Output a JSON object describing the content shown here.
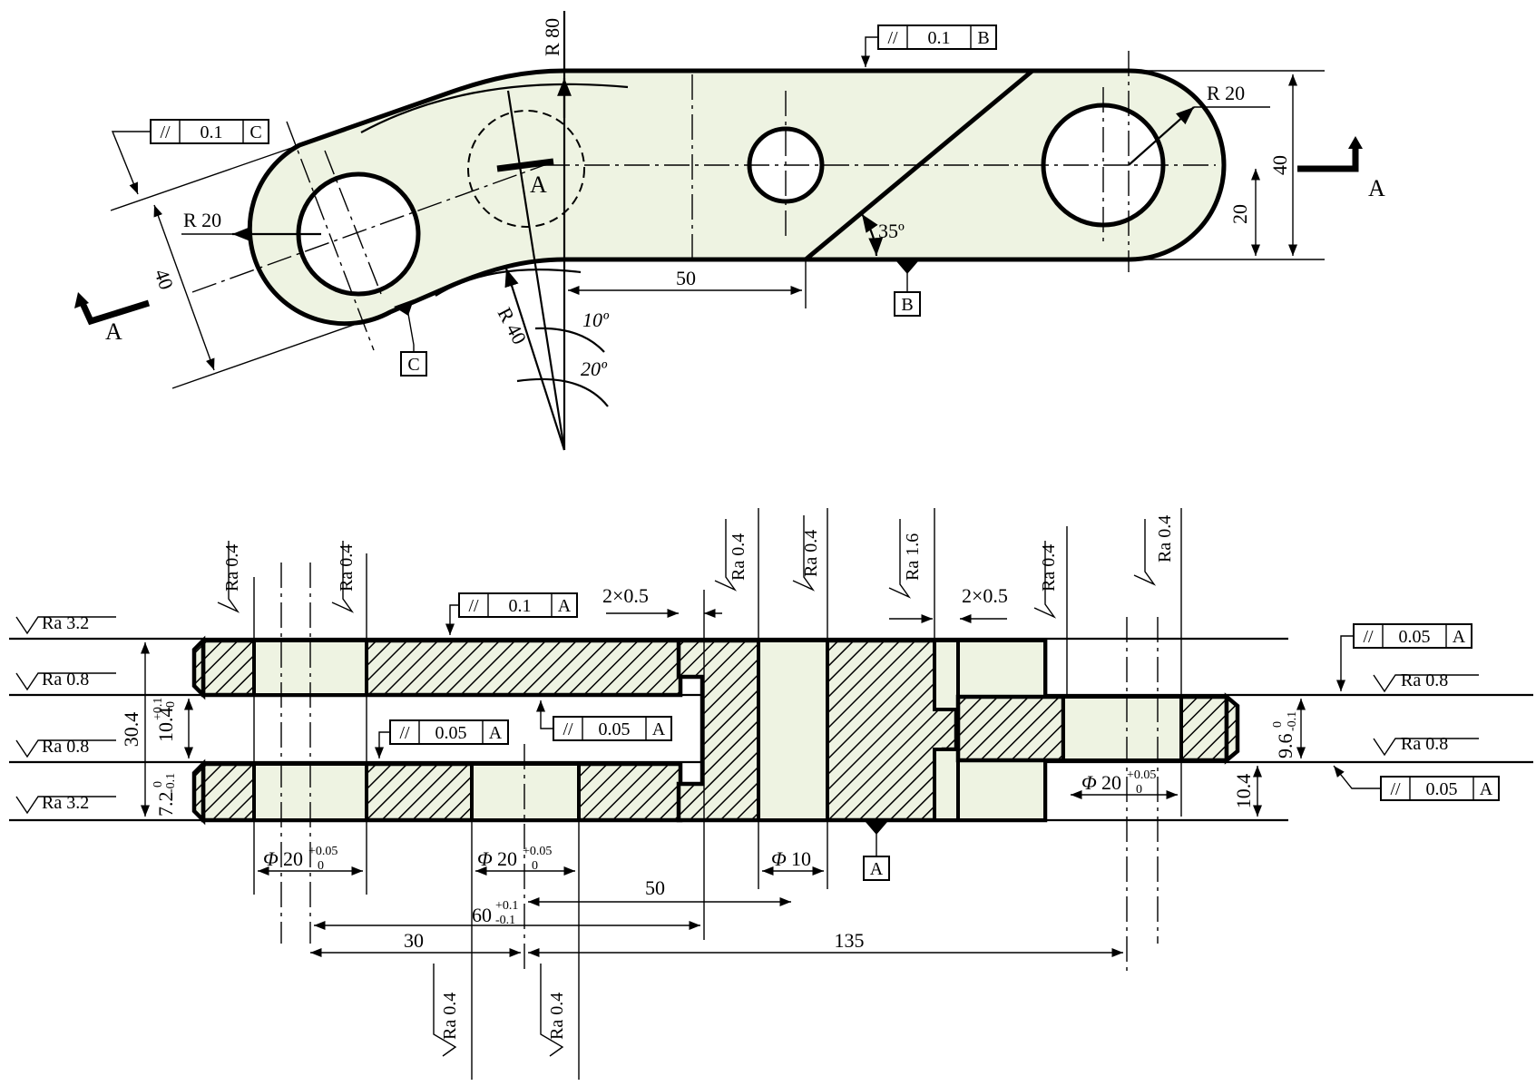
{
  "views": {
    "top": {
      "radius_left": "R 20",
      "radius_right": "R 20",
      "radius_r80": "R 80",
      "radius_r40": "R 40",
      "width_left": "40",
      "width_right": "40",
      "half_width_right": "20",
      "dist_50": "50",
      "angle_35": "35º",
      "angle_10": "10º",
      "angle_20": "20º",
      "section_label": "A",
      "fcf_b": {
        "symbol": "//",
        "value": "0.1",
        "datum": "B"
      },
      "fcf_c": {
        "symbol": "//",
        "value": "0.1",
        "datum": "C"
      },
      "datum_b": "B",
      "datum_c": "C"
    },
    "section": {
      "ra_left": [
        "Ra 3.2",
        "Ra 0.8",
        "Ra 0.8",
        "Ra 3.2"
      ],
      "ra_right": [
        "Ra 0.8",
        "Ra 0.8"
      ],
      "ra_top": [
        "Ra 0.4",
        "Ra 0.4",
        "Ra 0.4",
        "Ra 0.4",
        "Ra 1.6",
        "Ra 0.4",
        "Ra 0.4"
      ],
      "ra_bottom": [
        "Ra 0.4",
        "Ra 0.4"
      ],
      "fcf_top": {
        "symbol": "//",
        "value": "0.1",
        "datum": "A"
      },
      "fcf_mid_left": {
        "symbol": "//",
        "value": "0.05",
        "datum": "A"
      },
      "fcf_mid_center": {
        "symbol": "//",
        "value": "0.05",
        "datum": "A"
      },
      "fcf_right_top": {
        "symbol": "//",
        "value": "0.05",
        "datum": "A"
      },
      "fcf_right_bottom": {
        "symbol": "//",
        "value": "0.05",
        "datum": "A"
      },
      "chamfer_1": "2×0.5",
      "chamfer_2": "2×0.5",
      "dim_total_thk": "30.4",
      "dim_slot": "10.4",
      "dim_slot_tol_up": "+0.1",
      "dim_slot_tol_lo": "0",
      "dim_lower_thk": "7.2",
      "dim_lower_tol_up": "0",
      "dim_lower_tol_lo": "-0.1",
      "dim_right_thk": "9.6",
      "dim_right_tol_up": "0",
      "dim_right_tol_lo": "-0.1",
      "dim_right_gap": "10.4",
      "dia_symbol": "Φ",
      "dia_20": "20",
      "dia_tol_up": "+0.05",
      "dia_tol_lo": "0",
      "dia_10": "10",
      "dim_50": "50",
      "dim_60": "60",
      "dim_60_tol_up": "+0.1",
      "dim_60_tol_lo": "-0.1",
      "dim_30": "30",
      "dim_135": "135",
      "datum_a": "A"
    }
  },
  "colors": {
    "part_fill": "#eef3e2",
    "line": "#000000"
  }
}
